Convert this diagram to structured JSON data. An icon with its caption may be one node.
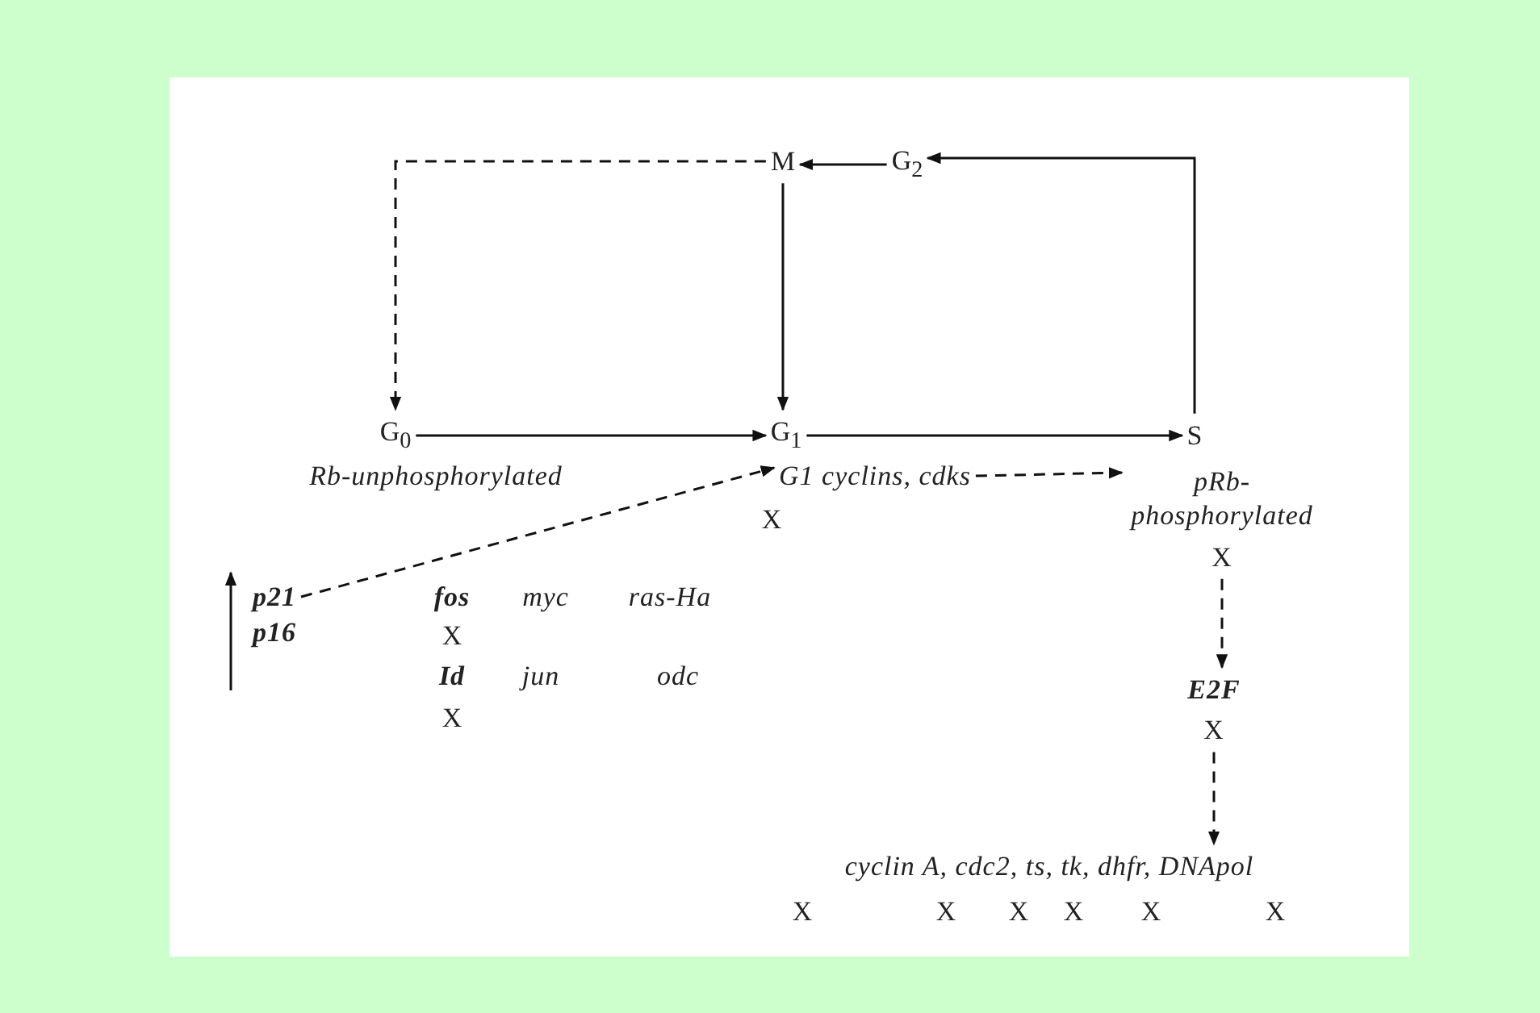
{
  "diagram": {
    "nodes": [
      {
        "text": [
          "M"
        ]
      },
      {
        "text": [
          "G$_{2}$"
        ]
      },
      {
        "text": [
          "G$_{0}$"
        ]
      },
      {
        "text": [
          "G$_{1}$"
        ]
      },
      {
        "text": [
          "S"
        ]
      },
      {
        "text": [
          "Rb-unphosphorylated"
        ]
      },
      {
        "text": [
          "G1 cyclins, cdks"
        ],
        "beside": [
          "X"
        ]
      },
      {
        "text": [
          "pRb- phosphorylated"
        ],
        "beside": [
          "X"
        ]
      },
      {
        "text": [
          "p21"
        ]
      },
      {
        "text": [
          "E2F"
        ],
        "beside": [
          "X"
        ]
      },
      {
        "text": [
          "cyclin A, cdc2, ts, tk, dhfr, DNApol"
        ],
        "beside": [
          "X",
          "X",
          "X",
          "X",
          "X",
          "X"
        ]
      }
    ],
    "edges": [
      {
        "from": 0,
        "to": 2,
        "arrow": "to",
        "style": "dashed"
      },
      {
        "from": 1,
        "to": 0,
        "arrow": "to"
      },
      {
        "from": 4,
        "to": 1,
        "arrow": "to"
      },
      {
        "from": 0,
        "to": 3,
        "arrow": "to"
      },
      {
        "from": 2,
        "to": 3,
        "arrow": "to"
      },
      {
        "from": 3,
        "to": 4,
        "arrow": "to"
      },
      {
        "from": 8,
        "to": 6,
        "arrow": "to",
        "style": "dashed"
      },
      {
        "from": 6,
        "to": 7,
        "arrow": "to",
        "style": "dashed"
      },
      {
        "from": 7,
        "to": 9,
        "arrow": "to",
        "style": "dashed"
      },
      {
        "from": 9,
        "to": 10,
        "arrow": "to",
        "style": "dashed"
      }
    ],
    "labels": [
      "fos",
      "myc",
      "ras-Ha",
      "p16",
      "X",
      "Id",
      "jun",
      "odc",
      "X"
    ]
  }
}
